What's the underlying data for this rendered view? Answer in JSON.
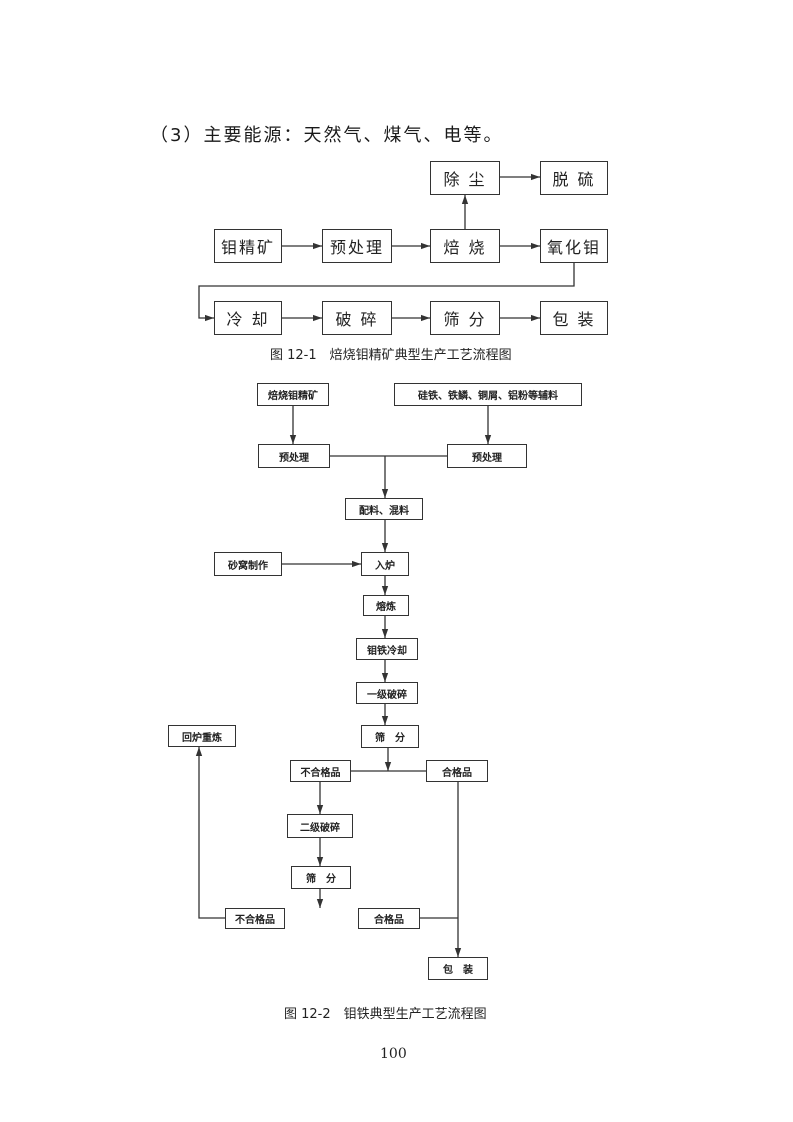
{
  "intro": "（3）主要能源：天然气、煤气、电等。",
  "fig1": {
    "caption": "图 12-1　焙烧钼精矿典型生产工艺流程图",
    "nodes": {
      "moly_concentrate": "钼精矿",
      "pretreatment": "预处理",
      "roasting": "焙 烧",
      "dust_removal": "除 尘",
      "desulfurization": "脱 硫",
      "molybdenum_oxide": "氧化钼",
      "cooling": "冷 却",
      "crushing": "破 碎",
      "screening": "筛 分",
      "packaging": "包 装"
    }
  },
  "fig2": {
    "caption": "图 12-2　钼铁典型生产工艺流程图",
    "nodes": {
      "roasted_concentrate": "焙烧钼精矿",
      "auxiliary_materials": "硅铁、铁鳞、铜屑、铝粉等辅料",
      "pretreatment_left": "预处理",
      "pretreatment_right": "预处理",
      "batching_mixing": "配料、混料",
      "sand_nest": "砂窝制作",
      "charging": "入炉",
      "smelting": "熔炼",
      "ferromoly_cooling": "钼铁冷却",
      "primary_crushing": "一级破碎",
      "screening_1": "筛　分",
      "remelt": "回炉重炼",
      "unqualified_1": "不合格品",
      "qualified_1": "合格品",
      "secondary_crushing": "二级破碎",
      "screening_2": "筛　分",
      "unqualified_2": "不合格品",
      "qualified_2": "合格品",
      "packaging": "包　装"
    }
  },
  "page_number": "100"
}
